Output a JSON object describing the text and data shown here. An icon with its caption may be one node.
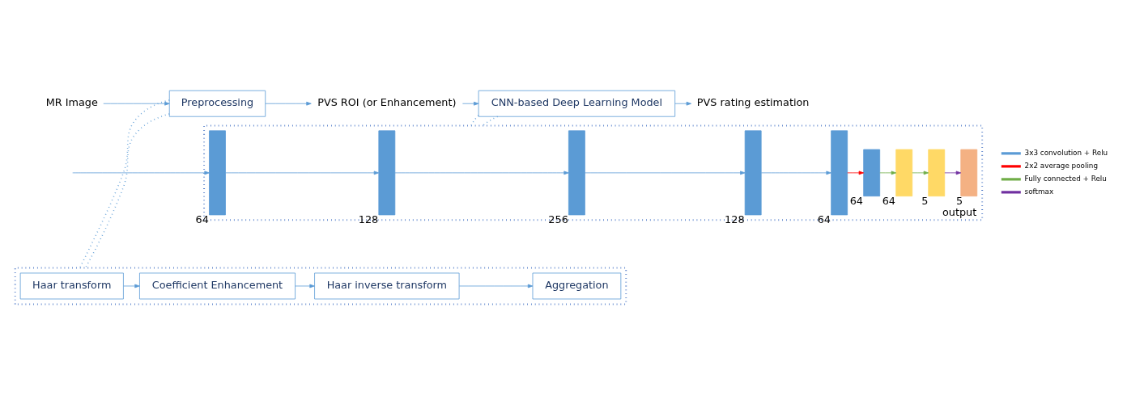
{
  "diagram": {
    "nodes": [
      {
        "text": [
          "MR Image"
        ]
      },
      {
        "text": [
          "Preprocessing"
        ]
      },
      {
        "text": [
          "PVS ROI (or Enhancement)"
        ]
      },
      {
        "text": [
          "CNN-based Deep Learning Model"
        ]
      },
      {
        "text": [
          "PVS rating estimation"
        ]
      },
      {
        "text": [],
        "shape": "box"
      },
      {
        "text": [
          "Haar transform"
        ],
        "in": 5
      },
      {
        "text": [
          "Coefficient Enhancement"
        ],
        "in": 5
      },
      {
        "text": [
          "Haar inverse transform"
        ],
        "in": 5
      },
      {
        "text": [
          "Aggregation"
        ],
        "in": 5
      },
      {
        "text": [],
        "shape": "box"
      },
      {
        "text": [],
        "shape": "bar",
        "in": 10,
        "beside": [
          "64"
        ]
      },
      {
        "text": [],
        "shape": "bar",
        "in": 10,
        "beside": [
          "128"
        ]
      },
      {
        "text": [],
        "shape": "bar",
        "in": 10,
        "beside": [
          "256"
        ]
      },
      {
        "text": [],
        "shape": "bar",
        "in": 10,
        "beside": [
          "128"
        ]
      },
      {
        "text": [],
        "shape": "bar",
        "in": 10,
        "beside": [
          "64"
        ]
      },
      {
        "text": [],
        "shape": "bar",
        "in": 10,
        "beside": [
          "64"
        ]
      },
      {
        "text": [],
        "shape": "bar",
        "in": 10,
        "beside": [
          "64"
        ]
      },
      {
        "text": [],
        "shape": "bar",
        "in": 10,
        "beside": [
          "5"
        ]
      },
      {
        "text": [],
        "shape": "bar",
        "in": 10,
        "beside": [
          "5",
          "output"
        ]
      }
    ],
    "edges": [
      {
        "from": 0,
        "to": 1,
        "arrow": "to"
      },
      {
        "from": 1,
        "to": 2,
        "arrow": "to"
      },
      {
        "from": 2,
        "to": 3,
        "arrow": "to"
      },
      {
        "from": 3,
        "to": 4,
        "arrow": "to"
      },
      {
        "from": 1,
        "to": 5,
        "arrow": "none",
        "style": "dashed"
      },
      {
        "from": 1,
        "to": 5,
        "arrow": "none",
        "style": "dashed"
      },
      {
        "from": 3,
        "to": 10,
        "arrow": "none",
        "style": "dashed"
      },
      {
        "from": 3,
        "to": 10,
        "arrow": "none",
        "style": "dashed"
      },
      {
        "from": 6,
        "to": 7,
        "arrow": "to"
      },
      {
        "from": 7,
        "to": 8,
        "arrow": "to"
      },
      {
        "from": 8,
        "to": 9,
        "arrow": "to"
      },
      {
        "from": null,
        "to": 11,
        "arrow": "to"
      },
      {
        "from": 11,
        "to": 12,
        "arrow": "to"
      },
      {
        "from": 12,
        "to": 13,
        "arrow": "to"
      },
      {
        "from": 13,
        "to": 14,
        "arrow": "to"
      },
      {
        "from": 14,
        "to": 15,
        "arrow": "to"
      },
      {
        "from": 15,
        "to": 16,
        "arrow": "to",
        "color": "#ff0000"
      },
      {
        "from": 16,
        "to": 17,
        "arrow": "to",
        "color": "#70ad47"
      },
      {
        "from": 17,
        "to": 18,
        "arrow": "to",
        "color": "#70ad47"
      },
      {
        "from": 18,
        "to": 19,
        "arrow": "to",
        "color": "#7030a0"
      }
    ],
    "legend": [
      {
        "text": "3x3 convolution + Relu"
      },
      {
        "text": "2x2 average pooling"
      },
      {
        "text": "Fully connected + Relu"
      },
      {
        "text": "softmax"
      }
    ]
  }
}
